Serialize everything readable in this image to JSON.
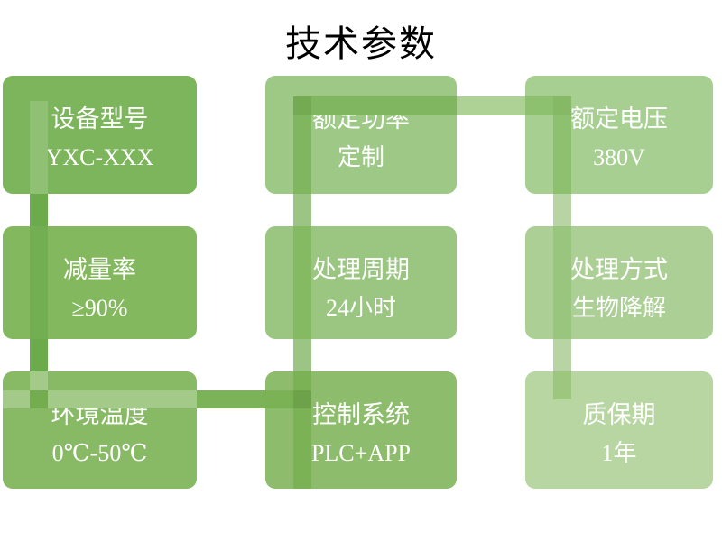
{
  "title": "技术参数",
  "cards": [
    {
      "id": "device-model",
      "label": "设备型号",
      "value": "YXC-XXX",
      "fill": "#7cb55c"
    },
    {
      "id": "rated-power",
      "label": "额定功率",
      "value": "定制",
      "fill": "#9dc886"
    },
    {
      "id": "rated-voltage",
      "label": "额定电压",
      "value": "380V",
      "fill": "#a8cf92"
    },
    {
      "id": "reduction-rate",
      "label": "减量率",
      "value": "≥90%",
      "fill": "#84b85e"
    },
    {
      "id": "processing-cycle",
      "label": "处理周期",
      "value": "24小时",
      "fill": "#9ac682"
    },
    {
      "id": "processing-method",
      "label": "处理方式",
      "value": "生物降解",
      "fill": "#accf96"
    },
    {
      "id": "ambient-temperature",
      "label": "环境温度",
      "value": "0℃-50℃",
      "fill": "#88ba66"
    },
    {
      "id": "control-system",
      "label": "控制系统",
      "value": "PLC+APP",
      "fill": "#8dbd6c"
    },
    {
      "id": "warranty-period",
      "label": "质保期",
      "value": "1年",
      "fill": "#b7d6a2"
    }
  ],
  "connector": {
    "segment_colors": [
      "#8fc074",
      "#6cab4c",
      "#74ae52",
      "#6cab4c",
      "#a3ca88",
      "#74ac50",
      "#a3ca88",
      "#a3ca88",
      "#7cb358",
      "#7bb256",
      "#6da24b",
      "#7bb256",
      "#7bb256",
      "#9cc484",
      "#85b962",
      "#9cc484",
      "#7fb65f",
      "#74ab52",
      "#7fb65f",
      "#aed296",
      "#8dc06f",
      "#85b966",
      "#8dc06f",
      "#b8d4a4",
      "#99c57f",
      "#b8d4a4",
      "#9dc67f"
    ]
  }
}
